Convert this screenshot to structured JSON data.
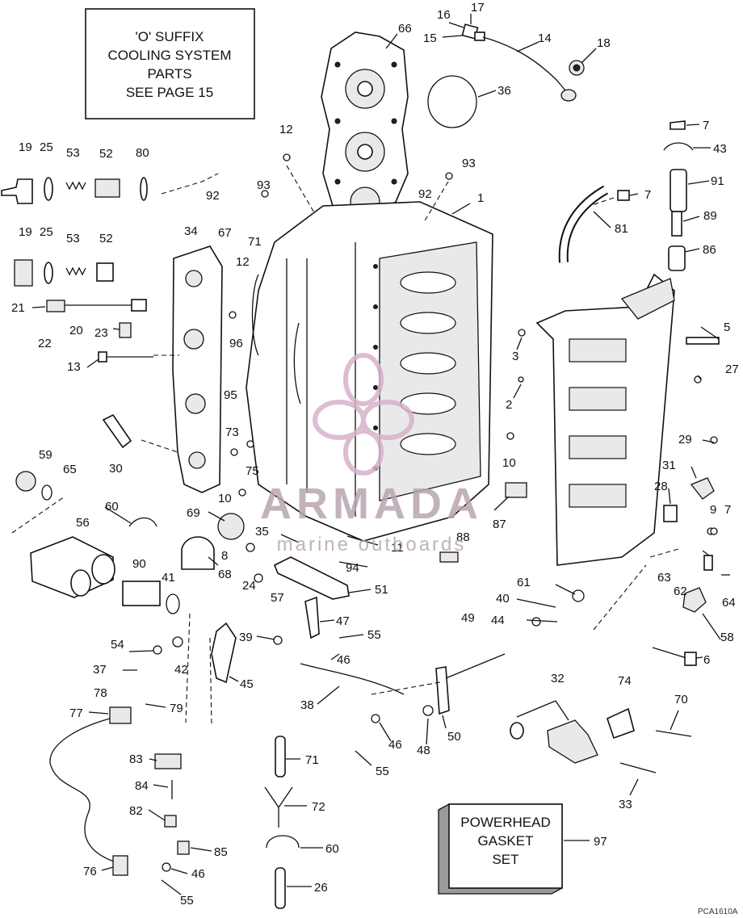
{
  "info_box": {
    "lines": [
      "'O' SUFFIX",
      "COOLING SYSTEM",
      "PARTS",
      "SEE PAGE 15"
    ]
  },
  "gasket_box": {
    "lines": [
      "POWERHEAD",
      "GASKET",
      "SET"
    ]
  },
  "watermark": {
    "brand": "ARMADA",
    "sub": "marine outboards",
    "color": "#b9a5b0"
  },
  "figure_ref": "PCA1610A",
  "callouts": [
    {
      "id": "c17",
      "text": "17"
    },
    {
      "id": "c16",
      "text": "16"
    },
    {
      "id": "c15",
      "text": "15"
    },
    {
      "id": "c14",
      "text": "14"
    },
    {
      "id": "c18",
      "text": "18"
    },
    {
      "id": "c66",
      "text": "66"
    },
    {
      "id": "c36",
      "text": "36"
    },
    {
      "id": "c19a",
      "text": "19"
    },
    {
      "id": "c25a",
      "text": "25"
    },
    {
      "id": "c53a",
      "text": "53"
    },
    {
      "id": "c52a",
      "text": "52"
    },
    {
      "id": "c80",
      "text": "80"
    },
    {
      "id": "c12a",
      "text": "12"
    },
    {
      "id": "c93a",
      "text": "93"
    },
    {
      "id": "c92a",
      "text": "92"
    },
    {
      "id": "c93b",
      "text": "93"
    },
    {
      "id": "c92b",
      "text": "92"
    },
    {
      "id": "c1",
      "text": "1"
    },
    {
      "id": "c7a",
      "text": "7"
    },
    {
      "id": "c43",
      "text": "43"
    },
    {
      "id": "c91",
      "text": "91"
    },
    {
      "id": "c7b",
      "text": "7"
    },
    {
      "id": "c89",
      "text": "89"
    },
    {
      "id": "c81",
      "text": "81"
    },
    {
      "id": "c86",
      "text": "86"
    },
    {
      "id": "c19b",
      "text": "19"
    },
    {
      "id": "c25b",
      "text": "25"
    },
    {
      "id": "c53b",
      "text": "53"
    },
    {
      "id": "c52b",
      "text": "52"
    },
    {
      "id": "c34",
      "text": "34"
    },
    {
      "id": "c67",
      "text": "67"
    },
    {
      "id": "c71a",
      "text": "71"
    },
    {
      "id": "c12b",
      "text": "12"
    },
    {
      "id": "c21",
      "text": "21"
    },
    {
      "id": "c20",
      "text": "20"
    },
    {
      "id": "c23",
      "text": "23"
    },
    {
      "id": "c22",
      "text": "22"
    },
    {
      "id": "c13",
      "text": "13"
    },
    {
      "id": "c96",
      "text": "96"
    },
    {
      "id": "c5",
      "text": "5"
    },
    {
      "id": "c3",
      "text": "3"
    },
    {
      "id": "c27",
      "text": "27"
    },
    {
      "id": "c2",
      "text": "2"
    },
    {
      "id": "c95",
      "text": "95"
    },
    {
      "id": "c29",
      "text": "29"
    },
    {
      "id": "c73",
      "text": "73"
    },
    {
      "id": "c10a",
      "text": "10"
    },
    {
      "id": "c31",
      "text": "31"
    },
    {
      "id": "c30",
      "text": "30"
    },
    {
      "id": "c75",
      "text": "75"
    },
    {
      "id": "c59",
      "text": "59"
    },
    {
      "id": "c65",
      "text": "65"
    },
    {
      "id": "c28",
      "text": "28"
    },
    {
      "id": "c10b",
      "text": "10"
    },
    {
      "id": "c87",
      "text": "87"
    },
    {
      "id": "c9",
      "text": "9"
    },
    {
      "id": "c7c",
      "text": "7"
    },
    {
      "id": "c60a",
      "text": "60"
    },
    {
      "id": "c69",
      "text": "69"
    },
    {
      "id": "c56",
      "text": "56"
    },
    {
      "id": "c35",
      "text": "35"
    },
    {
      "id": "c88",
      "text": "88"
    },
    {
      "id": "c8",
      "text": "8"
    },
    {
      "id": "c11",
      "text": "11"
    },
    {
      "id": "c94",
      "text": "94"
    },
    {
      "id": "c90",
      "text": "90"
    },
    {
      "id": "c68",
      "text": "68"
    },
    {
      "id": "c63",
      "text": "63"
    },
    {
      "id": "c41",
      "text": "41"
    },
    {
      "id": "c24",
      "text": "24"
    },
    {
      "id": "c51",
      "text": "51"
    },
    {
      "id": "c62",
      "text": "62"
    },
    {
      "id": "c61",
      "text": "61"
    },
    {
      "id": "c64",
      "text": "64"
    },
    {
      "id": "c57",
      "text": "57"
    },
    {
      "id": "c40",
      "text": "40"
    },
    {
      "id": "c47",
      "text": "47"
    },
    {
      "id": "c49",
      "text": "49"
    },
    {
      "id": "c44",
      "text": "44"
    },
    {
      "id": "c58",
      "text": "58"
    },
    {
      "id": "c39",
      "text": "39"
    },
    {
      "id": "c55a",
      "text": "55"
    },
    {
      "id": "c54",
      "text": "54"
    },
    {
      "id": "c46a",
      "text": "46"
    },
    {
      "id": "c6",
      "text": "6"
    },
    {
      "id": "c37",
      "text": "37"
    },
    {
      "id": "c42",
      "text": "42"
    },
    {
      "id": "c45",
      "text": "45"
    },
    {
      "id": "c32",
      "text": "32"
    },
    {
      "id": "c78",
      "text": "78"
    },
    {
      "id": "c38",
      "text": "38"
    },
    {
      "id": "c74",
      "text": "74"
    },
    {
      "id": "c77",
      "text": "77"
    },
    {
      "id": "c79",
      "text": "79"
    },
    {
      "id": "c70",
      "text": "70"
    },
    {
      "id": "c50",
      "text": "50"
    },
    {
      "id": "c46b",
      "text": "46"
    },
    {
      "id": "c48",
      "text": "48"
    },
    {
      "id": "c83",
      "text": "83"
    },
    {
      "id": "c71b",
      "text": "71"
    },
    {
      "id": "c55b",
      "text": "55"
    },
    {
      "id": "c84",
      "text": "84"
    },
    {
      "id": "c33",
      "text": "33"
    },
    {
      "id": "c72",
      "text": "72"
    },
    {
      "id": "c82",
      "text": "82"
    },
    {
      "id": "c97",
      "text": "97"
    },
    {
      "id": "c85",
      "text": "85"
    },
    {
      "id": "c60b",
      "text": "60"
    },
    {
      "id": "c76",
      "text": "76"
    },
    {
      "id": "c46c",
      "text": "46"
    },
    {
      "id": "c55c",
      "text": "55"
    },
    {
      "id": "c26",
      "text": "26"
    }
  ]
}
